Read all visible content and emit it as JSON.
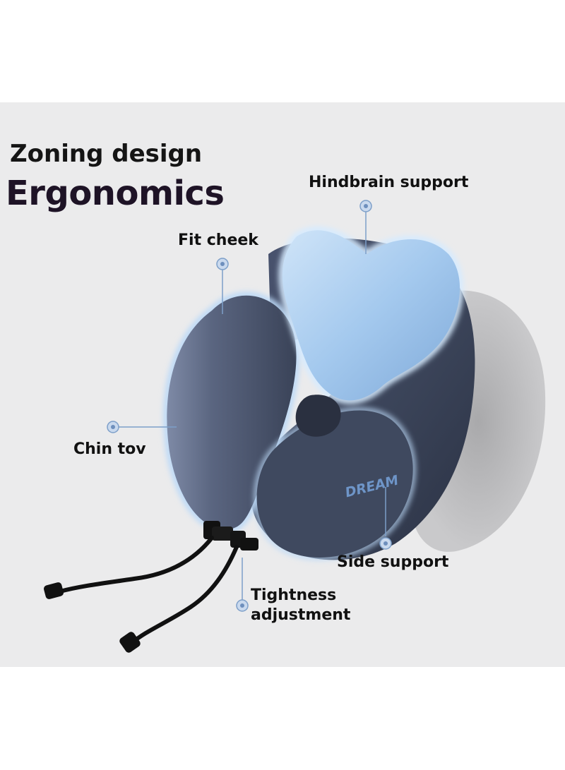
{
  "heading": {
    "line1": "Zoning design",
    "line2": "Ergonomics"
  },
  "callouts": {
    "hindbrain": "Hindbrain support",
    "fit_cheek": "Fit cheek",
    "chin": "Chin tov",
    "side": "Side support",
    "tightness_line1": "Tightness",
    "tightness_line2": "adjustment"
  },
  "product": {
    "brand": "DREAM",
    "body_color": "#3b4459",
    "foam_color": "#a9cdf0",
    "accent_color": "#5f86b8"
  }
}
